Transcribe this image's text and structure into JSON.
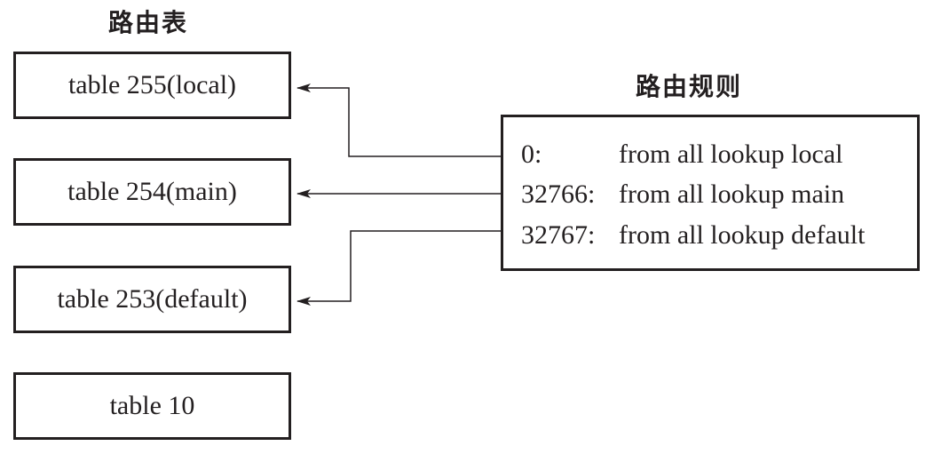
{
  "routing_tables": {
    "title": "路由表",
    "tables": [
      {
        "label": "table 255(local)"
      },
      {
        "label": "table 254(main)"
      },
      {
        "label": "table 253(default)"
      },
      {
        "label": "table 10"
      }
    ]
  },
  "routing_rules": {
    "title": "路由规则",
    "rules": [
      {
        "priority": "0:",
        "action": "from all lookup local"
      },
      {
        "priority": "32766:",
        "action": "from all lookup main"
      },
      {
        "priority": "32767:",
        "action": "from all lookup default"
      }
    ]
  },
  "colors": {
    "ink": "#231f20",
    "background": "#ffffff"
  }
}
